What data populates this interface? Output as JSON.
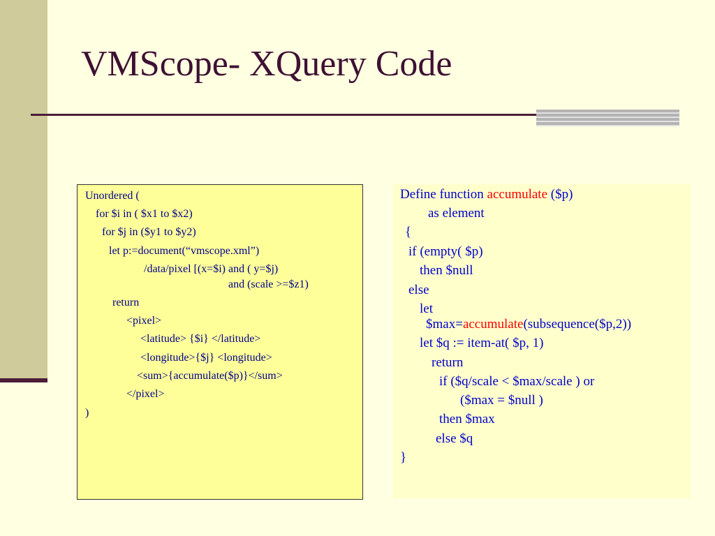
{
  "slide": {
    "title": "VMScope- XQuery Code",
    "colors": {
      "background": "#FFFFE1",
      "sidebar": "#CFCB9A",
      "rule": "#4B1D38",
      "left_code_bg": "#FFFF99",
      "left_code_text": "#00008B",
      "right_code_bg": "#FFFFCC",
      "right_code_text": "#0000CC",
      "function_name": "#FF0000"
    }
  },
  "left_code": {
    "lines": [
      "Unordered (",
      "for $i in ( $x1 to $x2)",
      "for $j in ($y1 to $y2)",
      "let p:=document(“vmscope.xml”)",
      "/data/pixel [(x=$i) and ( y=$j)",
      "and (scale >=$z1)",
      "return",
      "<pixel>",
      "<latitude> {$i} </latitude>",
      "<longitude>{$j} <longitude>",
      "<sum>{accumulate($p)}</sum>",
      "</pixel>",
      ")"
    ]
  },
  "right_code": {
    "line1_pre": "Define function ",
    "line1_fn": "accumulate",
    "line1_post": " ($p)",
    "as_element": "as element",
    "open_brace": "{",
    "if_empty": "if (empty( $p)",
    "then_null": "then $null",
    "else": "else",
    "let": "let",
    "max_pre": "$max=",
    "max_fn": "accumulate",
    "max_post": "(subsequence($p,2))",
    "let_q": "let $q := item-at( $p, 1)",
    "return": "return",
    "if_q": "if ($q/scale < $max/scale ) or",
    "max_null": "($max = $null )",
    "then_max": "then $max",
    "else_q": "else  $q",
    "close_brace": "}"
  }
}
